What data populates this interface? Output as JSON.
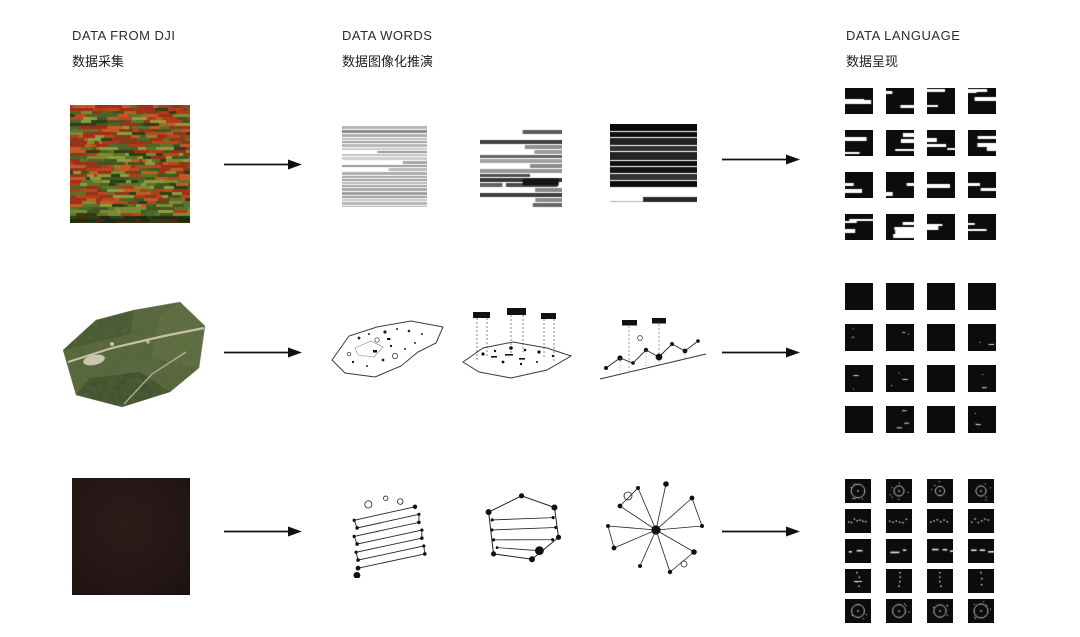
{
  "columns": [
    {
      "title": "DATA FROM DJI",
      "subtitle": "数据采集"
    },
    {
      "title": "DATA WORDS",
      "subtitle": "数据图像化推演"
    },
    {
      "title": "DATA LANGUAGE",
      "subtitle": "数据呈现"
    }
  ],
  "rows": [
    {
      "source": "multispectral-ndvi-scan",
      "stages": [
        "light-stripe-code",
        "medium-stripe-code",
        "dark-stripe-code"
      ],
      "output_grid": {
        "cols": 4,
        "rows": 4,
        "style": "barcode-tiles"
      }
    },
    {
      "source": "aerial-orthophoto-mosaic",
      "stages": [
        "site-outline-map",
        "site-data-projection-map",
        "site-profile-graph"
      ],
      "output_grid": {
        "cols": 4,
        "rows": 4,
        "style": "solid-black-tiles"
      }
    },
    {
      "source": "dark-field-capture",
      "stages": [
        "serpentine-flight-path",
        "perimeter-loop-path",
        "radial-network"
      ],
      "output_grid": {
        "cols": 4,
        "rows": 5,
        "style": "glyph-tiles"
      }
    }
  ],
  "colors": {
    "background": "#ffffff",
    "ink": "#111111",
    "tile": "#0c0c0c"
  }
}
